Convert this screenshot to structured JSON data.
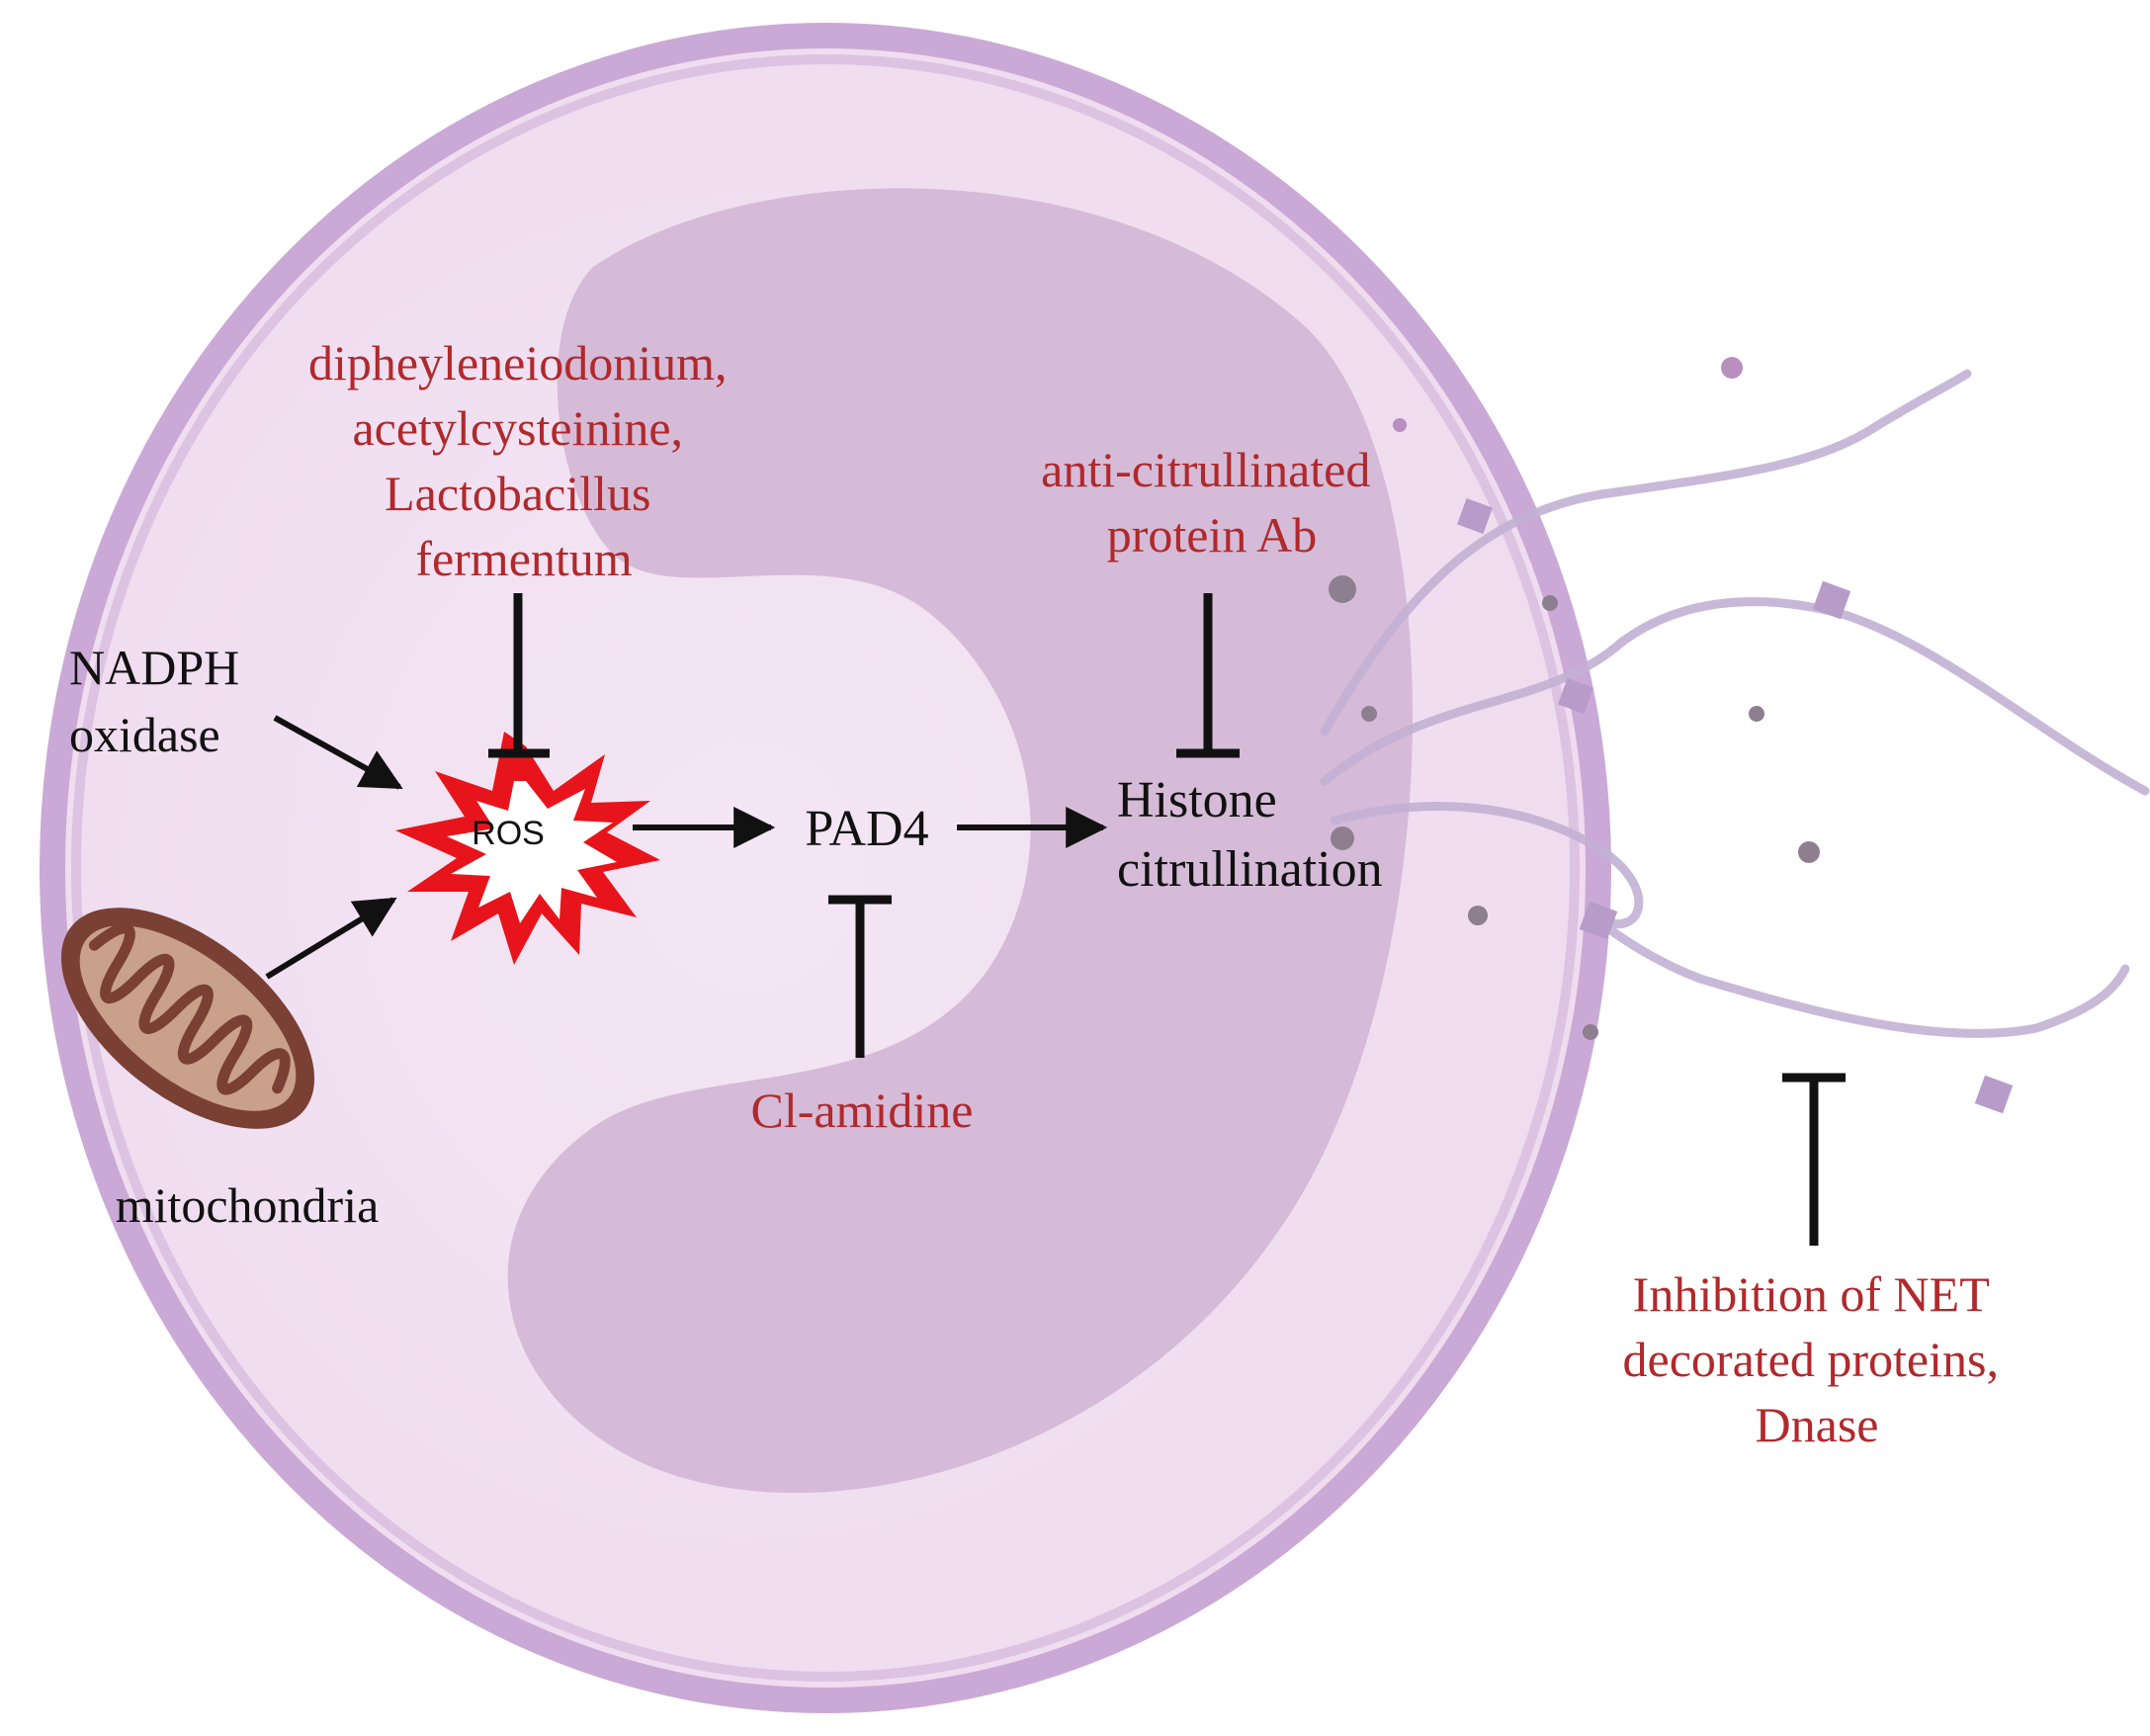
{
  "colors": {
    "cell_fill": "#f1e1f1",
    "cell_membrane": "#cba9d6",
    "nucleus": "#d3b8d5",
    "inhibitor_text": "#b0292c",
    "pathway_text": "#111111",
    "ros_burst": "#e8141b",
    "net_strand": "#c3b1d4",
    "mito_outer": "#7a4034",
    "mito_inner": "#c9a08a"
  },
  "nodes": {
    "nadph": [
      "NADPH",
      "oxidase"
    ],
    "ros": "ROS",
    "pad4": "PAD4",
    "histone": [
      "Histone",
      "citrullination"
    ],
    "mitochondria": "mitochondria"
  },
  "inhibitors": {
    "ros_inhibitors": [
      "dipheyleneiodonium,",
      "acetylcysteinine,",
      "Lactobacillus",
      "fermentum"
    ],
    "acpa": [
      "anti-citrullinated",
      "protein Ab"
    ],
    "cl_amidine": "Cl-amidine",
    "net_inhibitors": [
      "Inhibition of NET",
      "decorated proteins,",
      "Dnase"
    ]
  },
  "icons": [
    "cell",
    "nucleus",
    "mitochondria-icon",
    "ros-burst-icon",
    "net-strands"
  ]
}
